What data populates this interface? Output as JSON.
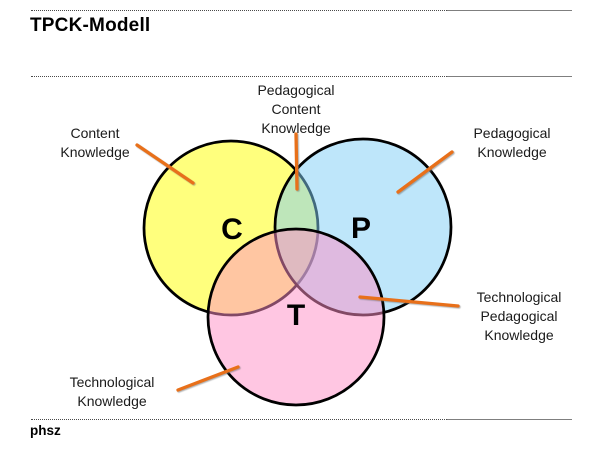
{
  "header": {
    "title": "TPCK-Modell"
  },
  "footer": {
    "logo": "phsz"
  },
  "venn": {
    "letters": {
      "content": "C",
      "pedagogical": "P",
      "technological": "T"
    },
    "labels": {
      "content": {
        "lines": [
          "Content",
          "Knowledge"
        ]
      },
      "pedagogical_content": {
        "lines": [
          "Pedagogical",
          "Content",
          "Knowledge"
        ]
      },
      "pedagogical": {
        "lines": [
          "Pedagogical",
          "Knowledge"
        ]
      },
      "technological_pedagogical": {
        "lines": [
          "Technological",
          "Pedagogical",
          "Knowledge"
        ]
      },
      "technological": {
        "lines": [
          "Technological",
          "Knowledge"
        ]
      }
    },
    "colors": {
      "content_fill": "rgb(255,255,0)",
      "pedagogical_fill": "rgb(127,206,245)",
      "technological_fill": "rgb(255,143,198)",
      "circle_outline": "#000000",
      "callout_line": "#E8701A",
      "rule_dotted": "#4A4A4A",
      "rule_solid": "#7F7F7F"
    }
  }
}
